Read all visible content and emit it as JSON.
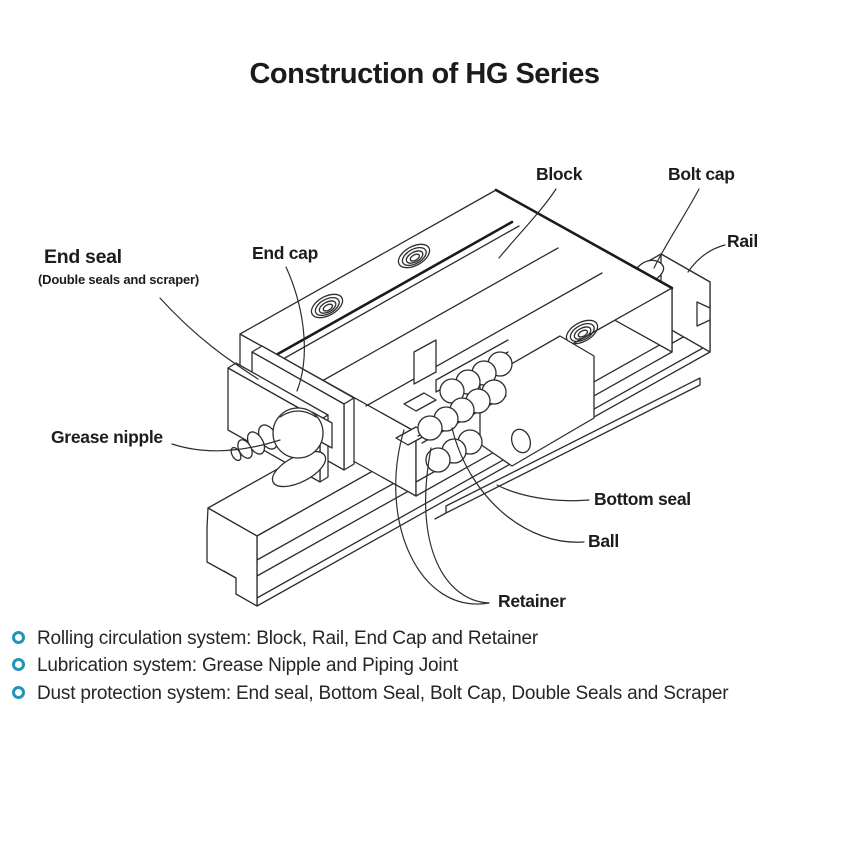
{
  "title": "Construction of HG Series",
  "diagram": {
    "labels": {
      "block": "Block",
      "bolt_cap": "Bolt cap",
      "rail": "Rail",
      "end_seal": "End seal",
      "end_seal_note": "(Double seals and scraper)",
      "end_cap": "End cap",
      "grease_nipple": "Grease nipple",
      "bottom_seal": "Bottom seal",
      "ball": "Ball",
      "retainer": "Retainer"
    }
  },
  "legend": {
    "bullet_color": "#2095b5",
    "items": [
      "Rolling circulation system: Block, Rail, End Cap and Retainer",
      "Lubrication system: Grease Nipple and Piping Joint",
      "Dust protection system: End seal, Bottom Seal, Bolt Cap, Double Seals and Scraper"
    ]
  }
}
